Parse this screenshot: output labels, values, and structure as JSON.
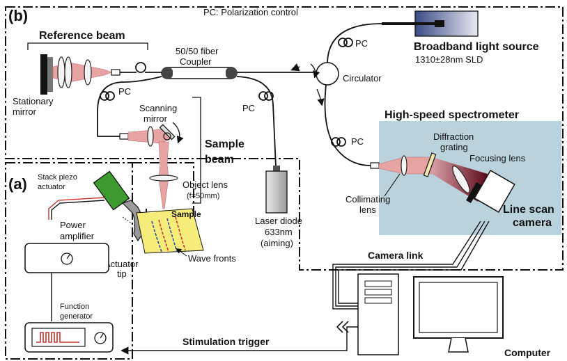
{
  "panels": {
    "b": "(b)",
    "a": "(a)"
  },
  "header_note": "PC: Polarization control",
  "labels": {
    "reference_beam": "Reference beam",
    "coupler_line1": "50/50 fiber",
    "coupler_line2": "Coupler",
    "stationary_mirror_line1": "Stationary",
    "stationary_mirror_line2": "mirror",
    "pc": "PC",
    "scanning_mirror_line1": "Scanning",
    "scanning_mirror_line2": "mirror",
    "sample_beam_line1": "Sample",
    "sample_beam_line2": "beam",
    "object_lens": "Object lens",
    "object_lens_focal": "(f=50mm)",
    "laser_line1": "Laser diode",
    "laser_line2": "633nm",
    "laser_line3": "(aiming)",
    "broadband_title": "Broadband light source",
    "broadband_spec": "1310±28nm SLD",
    "circulator": "Circulator",
    "spectrometer_title": "High-speed spectrometer",
    "diffraction_line1": "Diffraction",
    "diffraction_line2": "grating",
    "focusing_lens": "Focusing lens",
    "collimating_line1": "Collimating",
    "collimating_line2": "lens",
    "line_scan_line1": "Line scan",
    "line_scan_line2": "camera",
    "camera_link": "Camera link",
    "stack_piezo_line1": "Stack piezo",
    "stack_piezo_line2": "actuator",
    "power_amp_line1": "Power",
    "power_amp_line2": "amplifier",
    "sample": "Sample",
    "wave_fronts": "Wave fronts",
    "actuator_tip_line1": "Actuator",
    "actuator_tip_line2": "tip",
    "function_gen_line1": "Function",
    "function_gen_line2": "generator",
    "stimulation_trigger": "Stimulation trigger",
    "computer": "Computer"
  },
  "colors": {
    "beam": "#e8a3a3",
    "spectrometer_bg": "#b9d2dc",
    "piezo": "#3d9a2e",
    "sample_fill": "#f5ec7a",
    "wave_blue": "#2b4fa8",
    "wave_red": "#c8322a",
    "grating_red": "#7a1020",
    "source_gradient_start": "#3a4c86",
    "source_gradient_end": "#e9e9f3"
  }
}
